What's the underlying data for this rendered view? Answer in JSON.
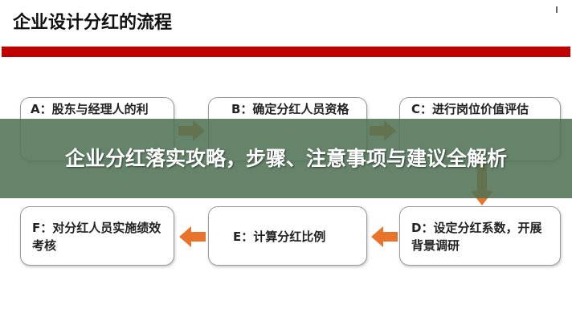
{
  "slide": {
    "title": "企业设计分红的流程",
    "steps": {
      "a": "A：股东与经理人的利",
      "b": "B：确定分红人员资格",
      "c": "C：进行岗位价值评估",
      "d": "D：设定分红系数，开展背景调研",
      "e": "E：计算分红比例",
      "f": "F：对分红人员实施绩效考核"
    },
    "accent_color": "#c00000",
    "arrow_color": "#e8732a"
  },
  "overlay": {
    "headline": "企业分红落实攻略，步骤、注意事项与建议全解析"
  }
}
